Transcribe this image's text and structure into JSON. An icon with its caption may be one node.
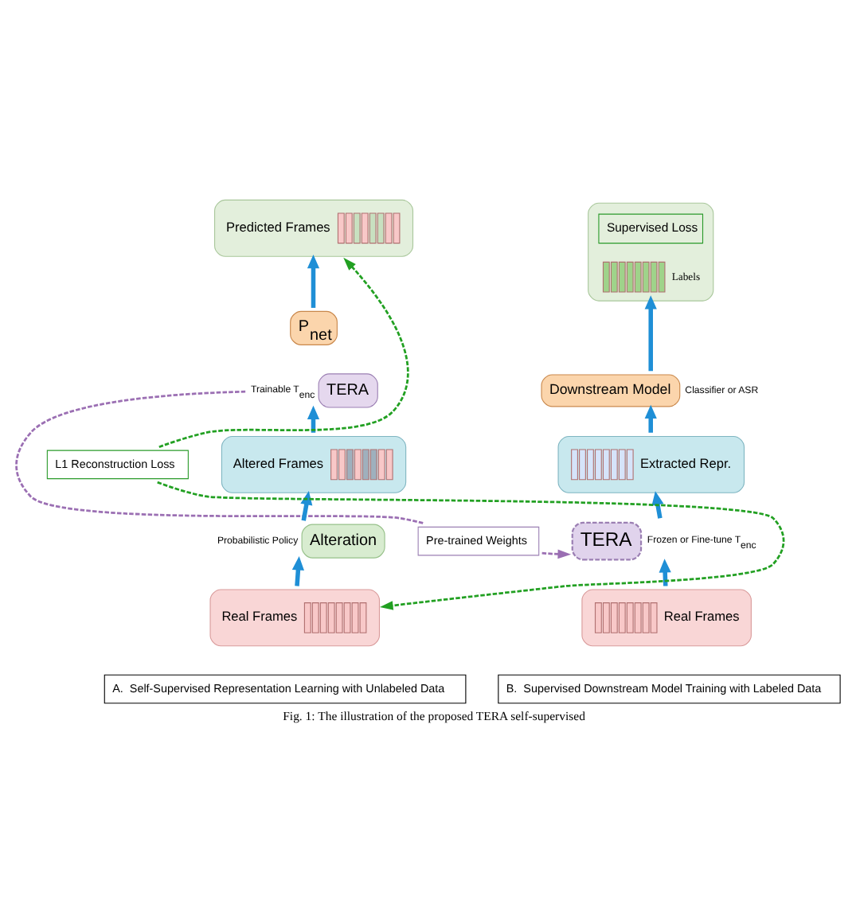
{
  "diagram": {
    "caption": "Fig. 1: The illustration of the proposed TERA self-supervised",
    "nodes": [
      {
        "text": [
          "Predicted Frames"
        ]
      },
      {
        "text": [
          "P$_{net}$"
        ]
      },
      {
        "text": [
          "TERA"
        ],
        "beside": [
          "Trainable T$_{enc}$"
        ]
      },
      {
        "text": [
          "Altered Frames"
        ]
      },
      {
        "text": [
          "Alteration"
        ],
        "beside": [
          "Probabilistic Policy"
        ]
      },
      {
        "text": [
          "Real Frames"
        ]
      },
      {
        "text": [
          "Labels"
        ]
      },
      {
        "text": [
          "Supervised Loss"
        ],
        "in": 6
      },
      {
        "text": [
          "Downstream Model"
        ],
        "beside": [
          "Classifier or ASR"
        ]
      },
      {
        "text": [
          "Extracted Repr."
        ]
      },
      {
        "text": [
          "TERA"
        ],
        "beside": [
          "Frozen or Fine-tune T$_{enc}$"
        ]
      },
      {
        "text": [
          "Real Frames"
        ]
      },
      {
        "text": [
          "L1 Reconstruction Loss"
        ]
      },
      {
        "text": [
          "Pre-trained Weights"
        ]
      },
      {
        "text": [
          "A.  Self-Supervised Representation Learning with Unlabeled Data"
        ]
      },
      {
        "text": [
          "B.  Supervised Downstream Model Training with Labeled Data"
        ]
      }
    ],
    "edges": [
      {
        "from": 5,
        "to": 4,
        "arrow": "to"
      },
      {
        "from": 4,
        "to": 3,
        "arrow": "to"
      },
      {
        "from": 3,
        "to": 2,
        "arrow": "to"
      },
      {
        "from": 1,
        "to": 0,
        "arrow": "to"
      },
      {
        "from": 12,
        "to": 0,
        "arrow": "to",
        "style": "dashed",
        "color": "#22a022"
      },
      {
        "from": 12,
        "to": 5,
        "arrow": "to",
        "style": "dashed",
        "color": "#22a022"
      },
      {
        "from": 2,
        "to": 13,
        "arrow": "none",
        "style": "dashed",
        "color": "#9b6fb3"
      },
      {
        "from": 13,
        "to": 10,
        "arrow": "to",
        "style": "dashed",
        "color": "#9b6fb3"
      },
      {
        "from": 11,
        "to": 10,
        "arrow": "to"
      },
      {
        "from": 10,
        "to": 9,
        "arrow": "to"
      },
      {
        "from": 9,
        "to": 8,
        "arrow": "to"
      },
      {
        "from": 8,
        "to": 6,
        "arrow": "to"
      }
    ]
  }
}
